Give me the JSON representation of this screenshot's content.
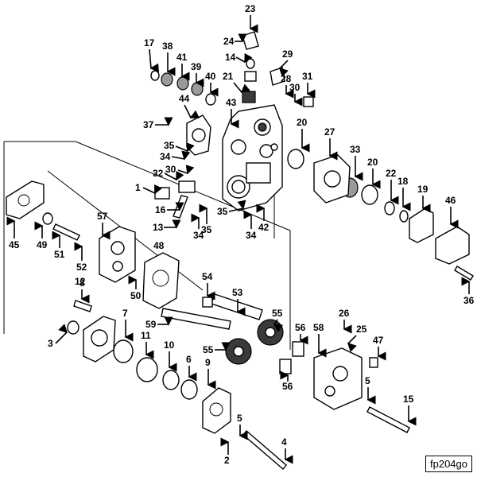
{
  "figure_id": "fp204go",
  "callouts": [
    "1",
    "2",
    "3",
    "4",
    "5",
    "6",
    "7",
    "8",
    "9",
    "10",
    "11",
    "12",
    "13",
    "14",
    "15",
    "16",
    "17",
    "18",
    "19",
    "20",
    "21",
    "22",
    "23",
    "24",
    "25",
    "26",
    "27",
    "28",
    "29",
    "30",
    "31",
    "32",
    "33",
    "34",
    "35",
    "36",
    "37",
    "38",
    "39",
    "40",
    "41",
    "42",
    "43",
    "44",
    "45",
    "46",
    "47",
    "48",
    "49",
    "50",
    "51",
    "52",
    "53",
    "54",
    "55",
    "56",
    "57",
    "58",
    "59"
  ]
}
